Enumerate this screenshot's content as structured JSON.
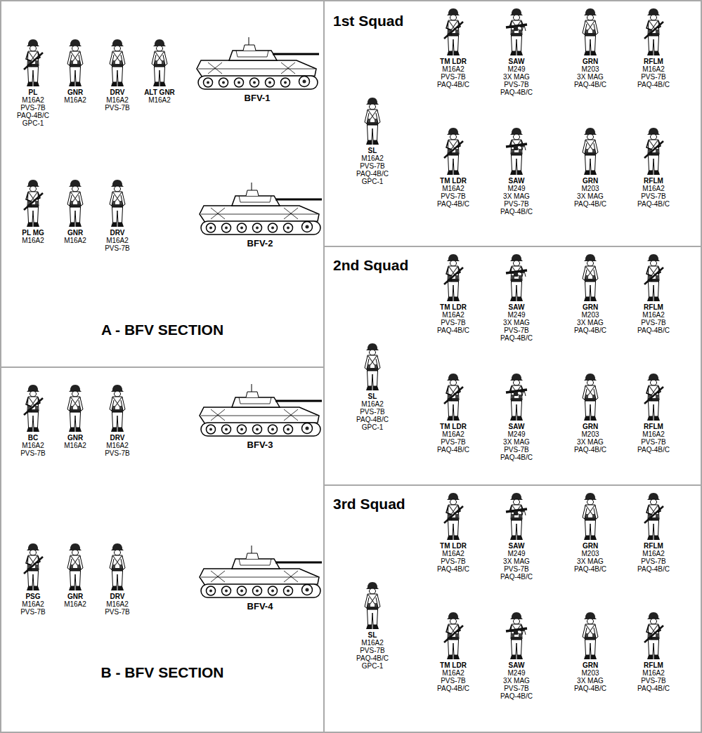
{
  "diagram": {
    "nodes": [
      {
        "text": [
          "A - BFV SECTION"
        ]
      },
      {
        "text": [
          "PL",
          "M16A2",
          "PVS-7B",
          "PAQ-4B/C",
          "GPC-1"
        ],
        "in": 0
      },
      {
        "text": [
          "GNR",
          "M16A2"
        ],
        "in": 0
      },
      {
        "text": [
          "DRV",
          "M16A2",
          "PVS-7B"
        ],
        "in": 0
      },
      {
        "text": [
          "ALT GNR",
          "M16A2"
        ],
        "in": 0
      },
      {
        "text": [
          "BFV-1"
        ],
        "in": 0
      },
      {
        "text": [
          "PL MG",
          "M16A2"
        ],
        "in": 0
      },
      {
        "text": [
          "GNR",
          "M16A2"
        ],
        "in": 0
      },
      {
        "text": [
          "DRV",
          "M16A2",
          "PVS-7B"
        ],
        "in": 0
      },
      {
        "text": [
          "BFV-2"
        ],
        "in": 0
      },
      {
        "text": [
          "B - BFV SECTION"
        ]
      },
      {
        "text": [
          "BC",
          "M16A2",
          "PVS-7B"
        ],
        "in": 10
      },
      {
        "text": [
          "GNR",
          "M16A2"
        ],
        "in": 10
      },
      {
        "text": [
          "DRV",
          "M16A2",
          "PVS-7B"
        ],
        "in": 10
      },
      {
        "text": [
          "BFV-3"
        ],
        "in": 10
      },
      {
        "text": [
          "PSG",
          "M16A2",
          "PVS-7B"
        ],
        "in": 10
      },
      {
        "text": [
          "GNR",
          "M16A2"
        ],
        "in": 10
      },
      {
        "text": [
          "DRV",
          "M16A2",
          "PVS-7B"
        ],
        "in": 10
      },
      {
        "text": [
          "BFV-4"
        ],
        "in": 10
      },
      {
        "text": [
          "1st Squad"
        ]
      },
      {
        "text": [
          "SL",
          "M16A2",
          "PVS-7B",
          "PAQ-4B/C",
          "GPC-1"
        ],
        "in": 19
      },
      {
        "text": [
          "TM LDR",
          "M16A2",
          "PVS-7B",
          "PAQ-4B/C"
        ],
        "in": 19
      },
      {
        "text": [
          "SAW",
          "M249",
          "3X MAG",
          "PVS-7B",
          "PAQ-4B/C"
        ],
        "in": 19
      },
      {
        "text": [
          "GRN",
          "M203",
          "3X MAG",
          "PAQ-4B/C"
        ],
        "in": 19
      },
      {
        "text": [
          "RFLM",
          "M16A2",
          "PVS-7B",
          "PAQ-4B/C"
        ],
        "in": 19
      },
      {
        "text": [
          "TM LDR",
          "M16A2",
          "PVS-7B",
          "PAQ-4B/C"
        ],
        "in": 19
      },
      {
        "text": [
          "SAW",
          "M249",
          "3X MAG",
          "PVS-7B",
          "PAQ-4B/C"
        ],
        "in": 19
      },
      {
        "text": [
          "GRN",
          "M203",
          "3X MAG",
          "PAQ-4B/C"
        ],
        "in": 19
      },
      {
        "text": [
          "RFLM",
          "M16A2",
          "PVS-7B",
          "PAQ-4B/C"
        ],
        "in": 19
      },
      {
        "text": [
          "2nd Squad"
        ]
      },
      {
        "text": [
          "SL",
          "M16A2",
          "PVS-7B",
          "PAQ-4B/C",
          "GPC-1"
        ],
        "in": 29
      },
      {
        "text": [
          "TM LDR",
          "M16A2",
          "PVS-7B",
          "PAQ-4B/C"
        ],
        "in": 29
      },
      {
        "text": [
          "SAW",
          "M249",
          "3X MAG",
          "PVS-7B",
          "PAQ-4B/C"
        ],
        "in": 29
      },
      {
        "text": [
          "GRN",
          "M203",
          "3X MAG",
          "PAQ-4B/C"
        ],
        "in": 29
      },
      {
        "text": [
          "RFLM",
          "M16A2",
          "PVS-7B",
          "PAQ-4B/C"
        ],
        "in": 29
      },
      {
        "text": [
          "TM LDR",
          "M16A2",
          "PVS-7B",
          "PAQ-4B/C"
        ],
        "in": 29
      },
      {
        "text": [
          "SAW",
          "M249",
          "3X MAG",
          "PVS-7B",
          "PAQ-4B/C"
        ],
        "in": 29
      },
      {
        "text": [
          "GRN",
          "M203",
          "3X MAG",
          "PAQ-4B/C"
        ],
        "in": 29
      },
      {
        "text": [
          "RFLM",
          "M16A2",
          "PVS-7B",
          "PAQ-4B/C"
        ],
        "in": 29
      },
      {
        "text": [
          "3rd Squad"
        ]
      },
      {
        "text": [
          "SL",
          "M16A2",
          "PVS-7B",
          "PAQ-4B/C",
          "GPC-1"
        ],
        "in": 39
      },
      {
        "text": [
          "TM LDR",
          "M16A2",
          "PVS-7B",
          "PAQ-4B/C"
        ],
        "in": 39
      },
      {
        "text": [
          "SAW",
          "M249",
          "3X MAG",
          "PVS-7B",
          "PAQ-4B/C"
        ],
        "in": 39
      },
      {
        "text": [
          "GRN",
          "M203",
          "3X MAG",
          "PAQ-4B/C"
        ],
        "in": 39
      },
      {
        "text": [
          "RFLM",
          "M16A2",
          "PVS-7B",
          "PAQ-4B/C"
        ],
        "in": 39
      },
      {
        "text": [
          "TM LDR",
          "M16A2",
          "PVS-7B",
          "PAQ-4B/C"
        ],
        "in": 39
      },
      {
        "text": [
          "SAW",
          "M249",
          "3X MAG",
          "PVS-7B",
          "PAQ-4B/C"
        ],
        "in": 39
      },
      {
        "text": [
          "GRN",
          "M203",
          "3X MAG",
          "PAQ-4B/C"
        ],
        "in": 39
      },
      {
        "text": [
          "RFLM",
          "M16A2",
          "PVS-7B",
          "PAQ-4B/C"
        ],
        "in": 39
      }
    ]
  }
}
